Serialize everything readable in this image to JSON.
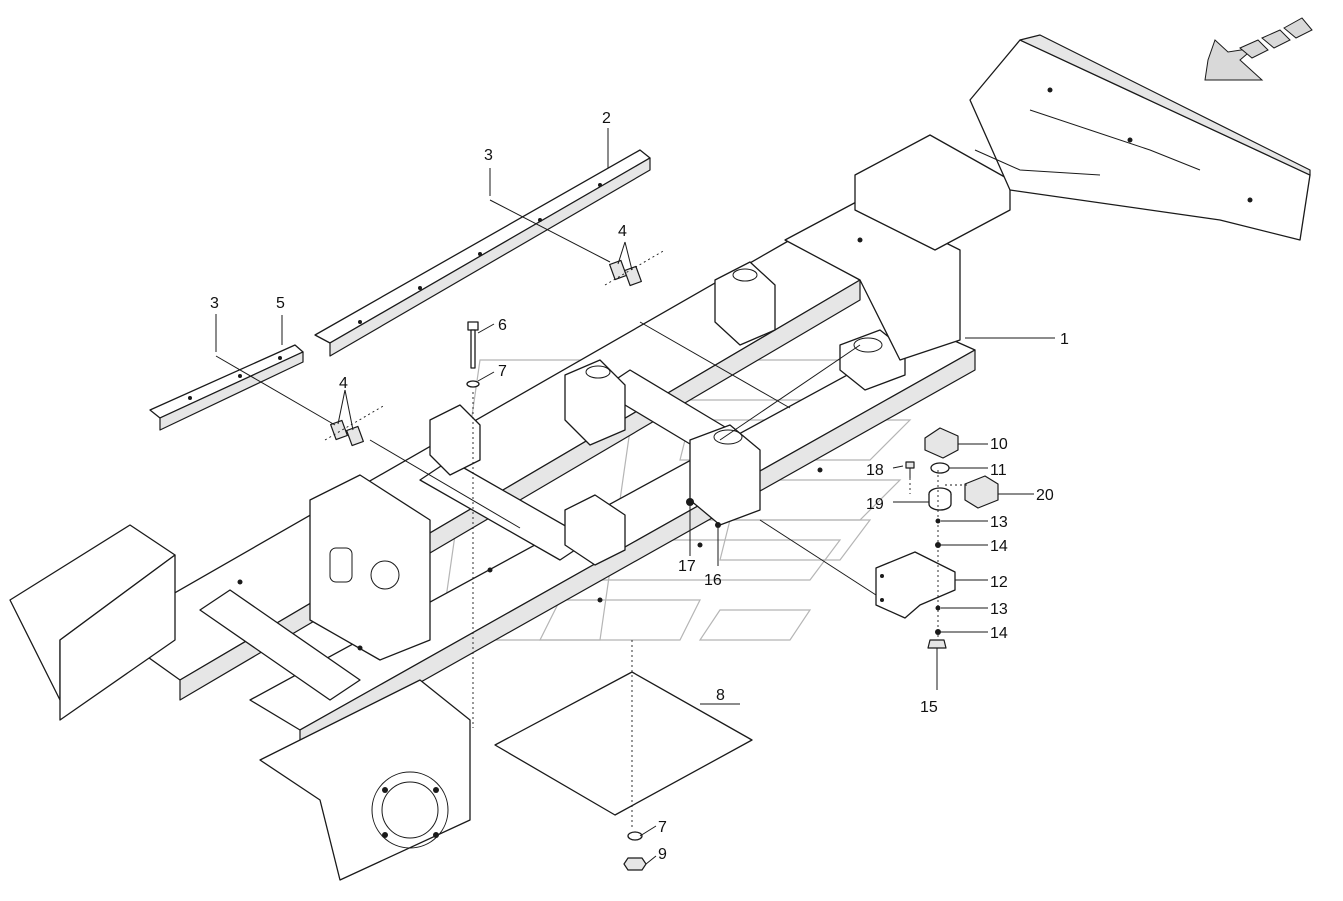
{
  "colors": {
    "line": "#1a1a1a",
    "watermark": "#b5b5b5",
    "arrow": "#d9d9d9"
  },
  "direction_arrow": {
    "icon": "direction-arrow-icon"
  },
  "callouts": [
    "1",
    "2",
    "3",
    "3",
    "4",
    "4",
    "5",
    "6",
    "7",
    "7",
    "8",
    "9",
    "10",
    "11",
    "12",
    "13",
    "13",
    "14",
    "14",
    "15",
    "16",
    "17",
    "18",
    "19",
    "20"
  ]
}
